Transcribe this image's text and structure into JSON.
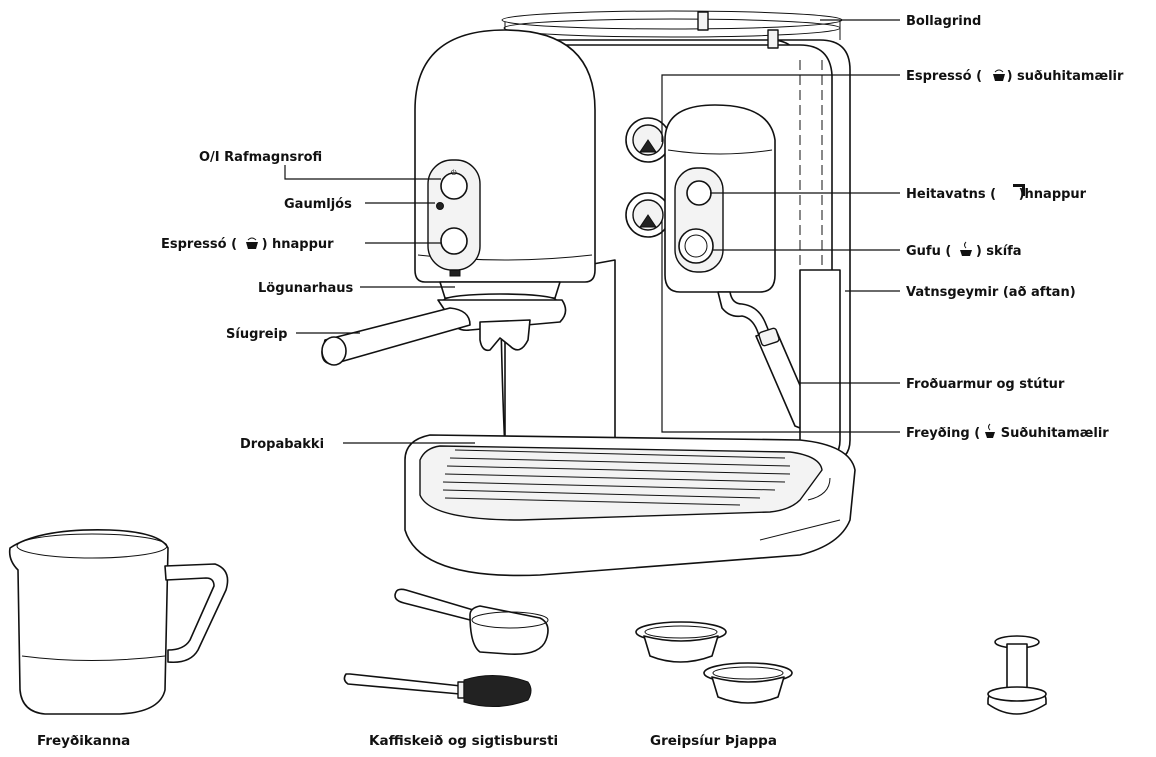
{
  "labels": {
    "cup_rack": "Bollagrind",
    "espresso_thermometer": "Espressó ( ",
    "espresso_thermometer_suffix": ") suðuhitamælir",
    "power_switch": "O/I Rafmagnsrofi",
    "indicator_light": "Gaumljós",
    "espresso_button": "Espressó ( ",
    "espresso_button_suffix": ") hnappur",
    "hot_water_button": "Heitavatns ( ",
    "hot_water_button_suffix": ")hnappur",
    "steam_dial": "Gufu ( ",
    "steam_dial_suffix": ") skífa",
    "brew_head": "Lögunarhaus",
    "water_tank": "Vatnsgeymir (að aftan)",
    "portafilter": "Síugreip",
    "frothing_arm": "Froðuarmur og stútur",
    "frothing_thermometer": "Freyðing ( ",
    "frothing_thermometer_suffix": "Suðuhitamælir",
    "drip_tray": "Dropabakki"
  },
  "captions": {
    "pitcher": "Freyðikanna",
    "spoon_brush": "Kaffiskeið og sigtisbursti",
    "filters_tamper": "Greipsíur Þjappa"
  }
}
